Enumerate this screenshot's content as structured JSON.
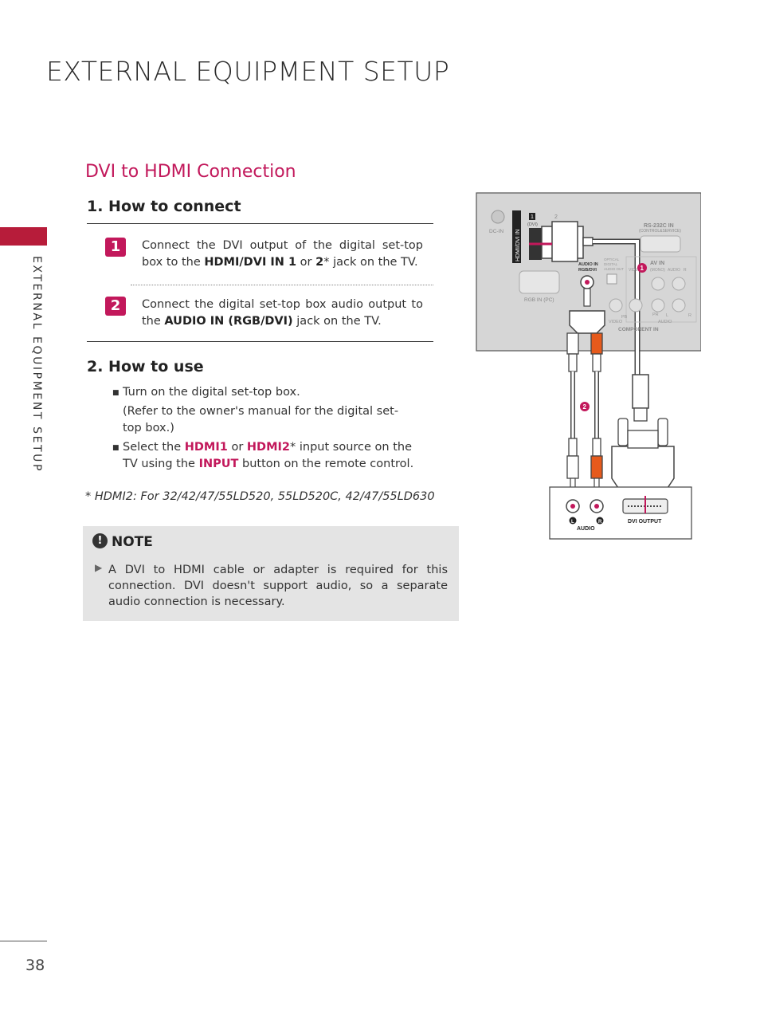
{
  "header": {
    "title": "EXTERNAL EQUIPMENT SETUP",
    "side_label": "EXTERNAL EQUIPMENT SETUP"
  },
  "section": {
    "title": "DVI to HDMI Connection"
  },
  "connect": {
    "heading": "1. How to connect",
    "step1": {
      "num": "1",
      "pre": "Connect the DVI output of the digital set-top box to the ",
      "b1": "HDMI/DVI IN 1",
      "mid": " or ",
      "b2": "2",
      "post": "* jack on the TV."
    },
    "step2": {
      "num": "2",
      "pre": "Connect the digital set-top box audio output to the ",
      "b1": "AUDIO IN (RGB/DVI)",
      "post": " jack on the TV."
    }
  },
  "use": {
    "heading": "2. How to use",
    "b1_line1": "Turn on the digital set-top box.",
    "b1_line2": "(Refer to the owner's manual for the digital set-top box.)",
    "b2_pre": "Select the ",
    "b2_hdmi1": "HDMI1",
    "b2_or": " or ",
    "b2_hdmi2": "HDMI2",
    "b2_mid": "* input source on the TV using the ",
    "b2_input": "INPUT",
    "b2_post": " button on the remote control."
  },
  "footnote": "* HDMI2: For 32/42/47/55LD520, 55LD520C, 42/47/55LD630",
  "note": {
    "title": "NOTE",
    "icon": "exclamation-icon",
    "text": "A DVI to HDMI cable or adapter is required for this connection. DVI doesn't support audio, so a separate audio connection is necessary."
  },
  "diagram": {
    "dc_in": "DC-IN",
    "hdmi_dvi_in": "HDMI/DVI IN",
    "port1": "1",
    "port2": "2",
    "dvi": "(DVI)",
    "rgb_in": "RGB IN (PC)",
    "audio_in": "AUDIO IN",
    "rgb_dvi": "RGB/DVI",
    "optical": "OPTICAL",
    "digital": "DIGITAL",
    "audio_out": "AUDIO OUT",
    "rs232c": "RS-232C IN",
    "control_service": "(CONTROL&SERVICE)",
    "av_in": "AV IN",
    "video": "VIDEO",
    "mono": "(MONO)",
    "audio": "AUDIO",
    "r": "R",
    "l": "L",
    "pb": "PB",
    "pr": "PR",
    "y": "Y",
    "component_in": "COMPONENT IN",
    "box_l": "L",
    "box_r": "R",
    "box_audio": "AUDIO",
    "dvi_output": "DVI OUTPUT",
    "marker1": "1",
    "marker2": "2"
  },
  "page_number": "38",
  "colors": {
    "accent": "#c2185b",
    "note_bg": "#e4e4e4",
    "tv_panel": "#d6d6d6"
  }
}
